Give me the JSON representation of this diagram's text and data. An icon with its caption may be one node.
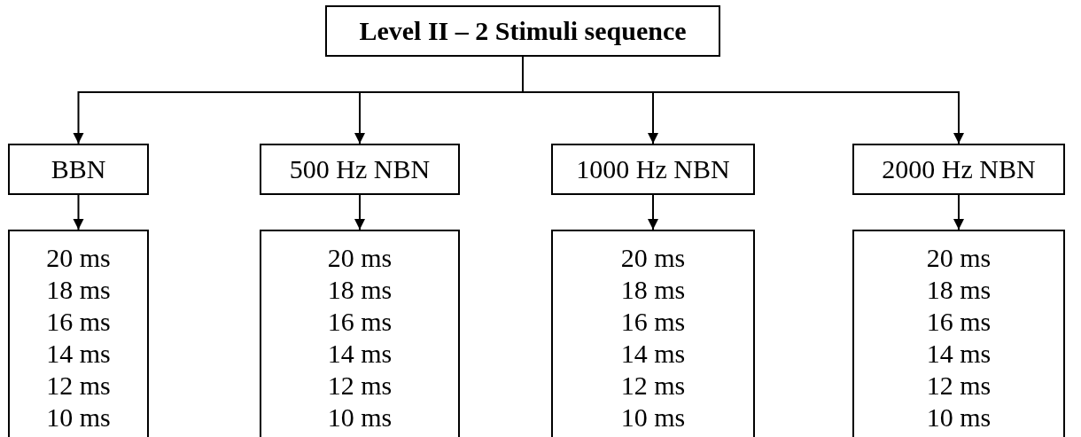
{
  "diagram": {
    "nodes": [
      {
        "text": [
          "Level II – 2 Stimuli sequence"
        ]
      },
      {
        "text": [
          "BBN"
        ]
      },
      {
        "text": [
          "500 Hz NBN"
        ]
      },
      {
        "text": [
          "1000 Hz NBN"
        ]
      },
      {
        "text": [
          "2000 Hz NBN"
        ]
      },
      {
        "text": [
          "20 ms",
          "18 ms",
          "16 ms",
          "14 ms",
          "12 ms",
          "10 ms"
        ]
      },
      {
        "text": [
          "20 ms",
          "18 ms",
          "16 ms",
          "14 ms",
          "12 ms",
          "10 ms"
        ]
      },
      {
        "text": [
          "20 ms",
          "18 ms",
          "16 ms",
          "14 ms",
          "12 ms",
          "10 ms"
        ]
      },
      {
        "text": [
          "20 ms",
          "18 ms",
          "16 ms",
          "14 ms",
          "12 ms",
          "10 ms"
        ]
      }
    ],
    "edges": [
      {
        "from": 0,
        "to": 1,
        "arrow": "to"
      },
      {
        "from": 0,
        "to": 2,
        "arrow": "to"
      },
      {
        "from": 0,
        "to": 3,
        "arrow": "to"
      },
      {
        "from": 0,
        "to": 4,
        "arrow": "to"
      },
      {
        "from": 1,
        "to": 5,
        "arrow": "to"
      },
      {
        "from": 2,
        "to": 6,
        "arrow": "to"
      },
      {
        "from": 3,
        "to": 7,
        "arrow": "to"
      },
      {
        "from": 4,
        "to": 8,
        "arrow": "to"
      }
    ]
  }
}
